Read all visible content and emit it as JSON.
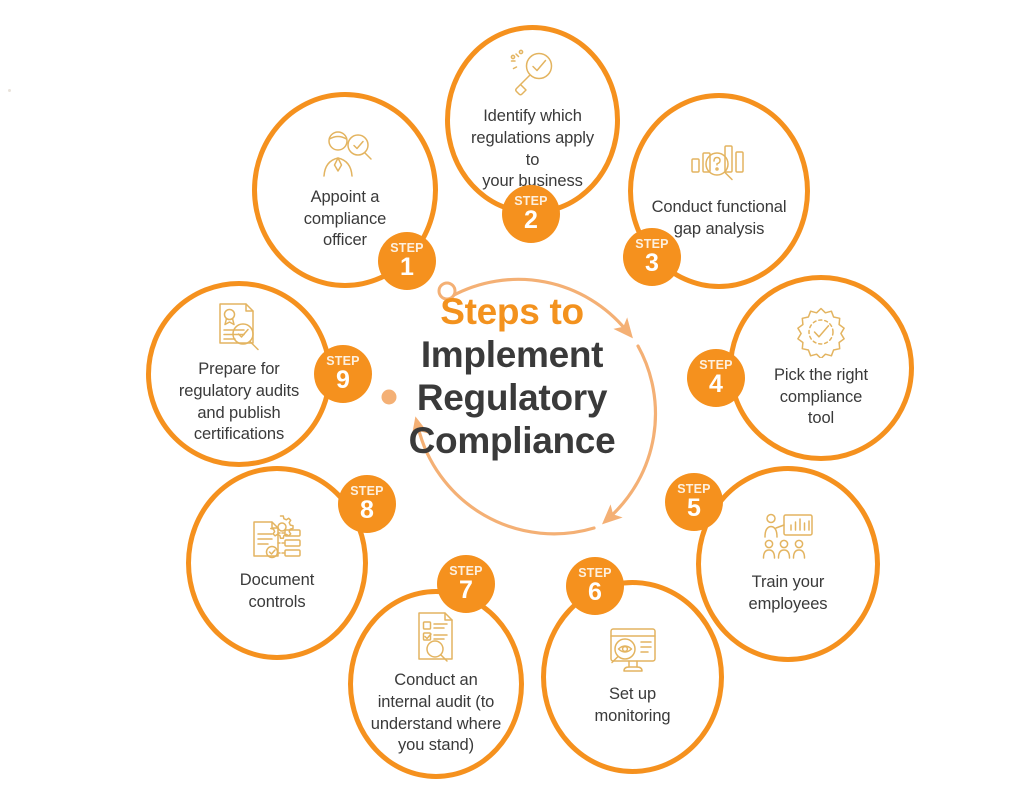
{
  "title": {
    "line1": "Steps to",
    "line2": "Implement",
    "line3": "Regulatory",
    "line4": "Compliance"
  },
  "colors": {
    "accent_orange": "#f5911e",
    "title_orange": "#f3921e",
    "text_dark": "#3a3a3a",
    "icon_gold": "#e3b460",
    "ring_light": "#f6c896",
    "background": "#ffffff",
    "badge_text": "#ffffff"
  },
  "badge_word": "STEP",
  "steps": [
    {
      "number": "1",
      "label": "Appoint a\ncompliance\nofficer",
      "icon": "person-with-magnifier-check-icon"
    },
    {
      "number": "2",
      "label": "Identify which\nregulations apply to\nyour business",
      "icon": "magnifier-check-icon"
    },
    {
      "number": "3",
      "label": "Conduct functional\ngap analysis",
      "icon": "bar-chart-magnifier-question-icon"
    },
    {
      "number": "4",
      "label": "Pick the right\ncompliance\ntool",
      "icon": "gear-check-icon"
    },
    {
      "number": "5",
      "label": "Train your\nemployees",
      "icon": "trainer-presentation-audience-icon"
    },
    {
      "number": "6",
      "label": "Set up\nmonitoring",
      "icon": "monitor-magnifier-eye-icon"
    },
    {
      "number": "7",
      "label": "Conduct an\ninternal audit (to\nunderstand where\nyou stand)",
      "icon": "checklist-document-magnifier-icon"
    },
    {
      "number": "8",
      "label": "Document\ncontrols",
      "icon": "document-gear-controls-icon"
    },
    {
      "number": "9",
      "label": "Prepare for\nregulatory audits\nand publish\ncertifications",
      "icon": "certificate-magnifier-check-icon"
    }
  ]
}
